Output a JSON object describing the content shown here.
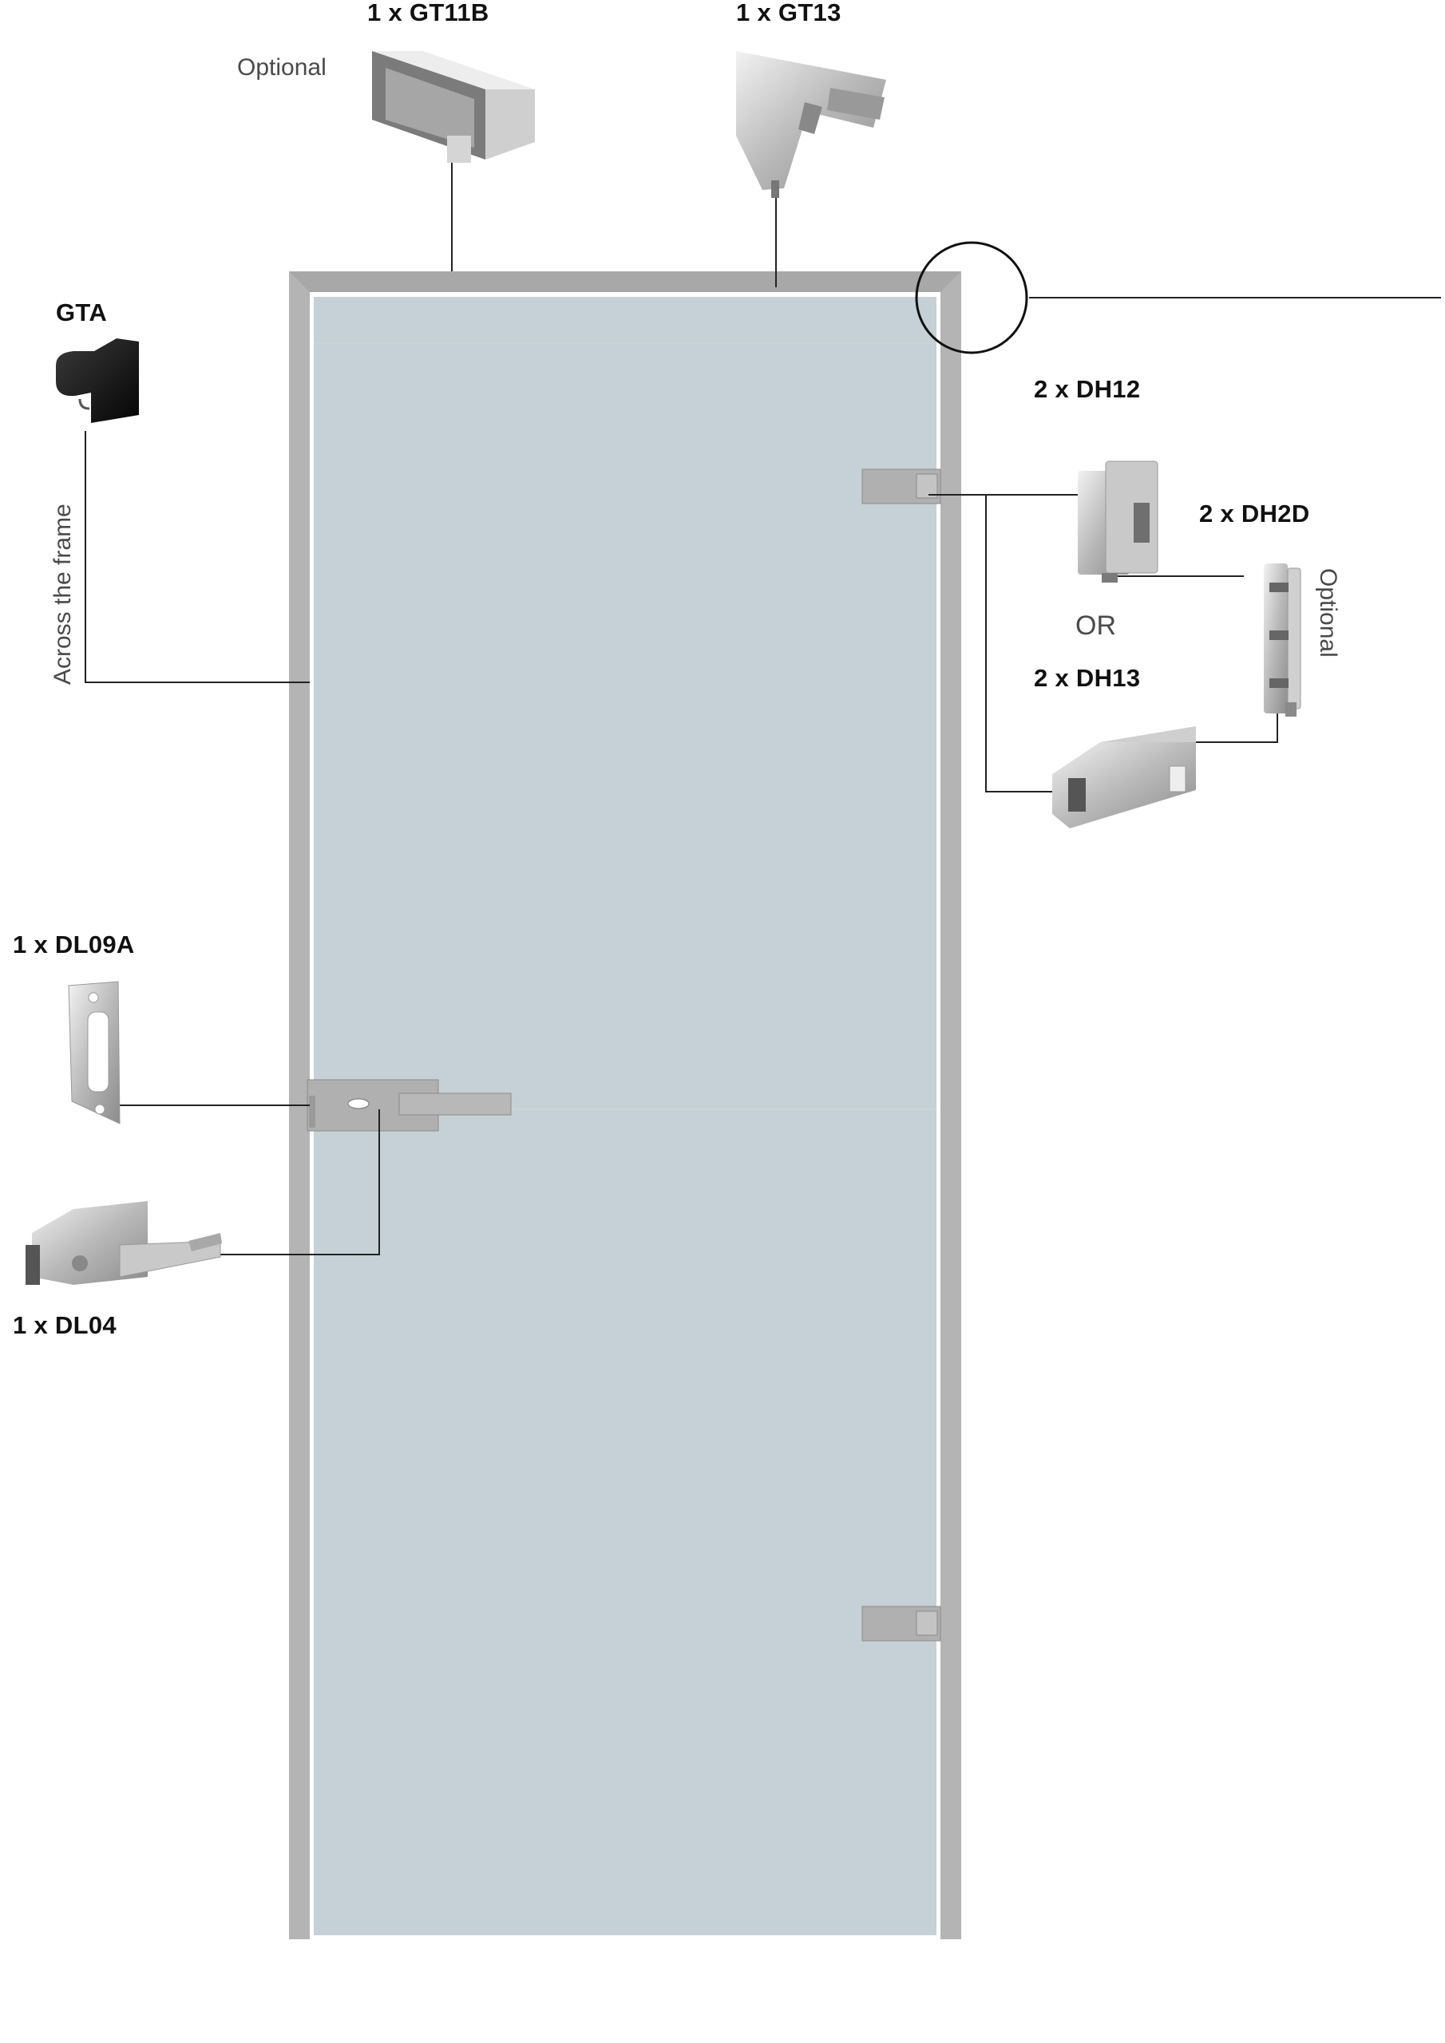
{
  "labels": {
    "gt11b": "1 x GT11B",
    "gt13": "1 x GT13",
    "optional_top": "Optional",
    "gta": "GTA",
    "across_frame": "Across the frame",
    "dh12": "2 x DH12",
    "dh2d": "2 x DH2D",
    "optional_right": "Optional",
    "or": "OR",
    "dh13": "2 x DH13",
    "dl09a": "1 x DL09A",
    "dl04": "1 x DL04"
  },
  "colors": {
    "frame": "#b4b4b4",
    "glass": "#c5d1d6",
    "hardware": "#b0b0b0",
    "leader_line": "#222222"
  }
}
